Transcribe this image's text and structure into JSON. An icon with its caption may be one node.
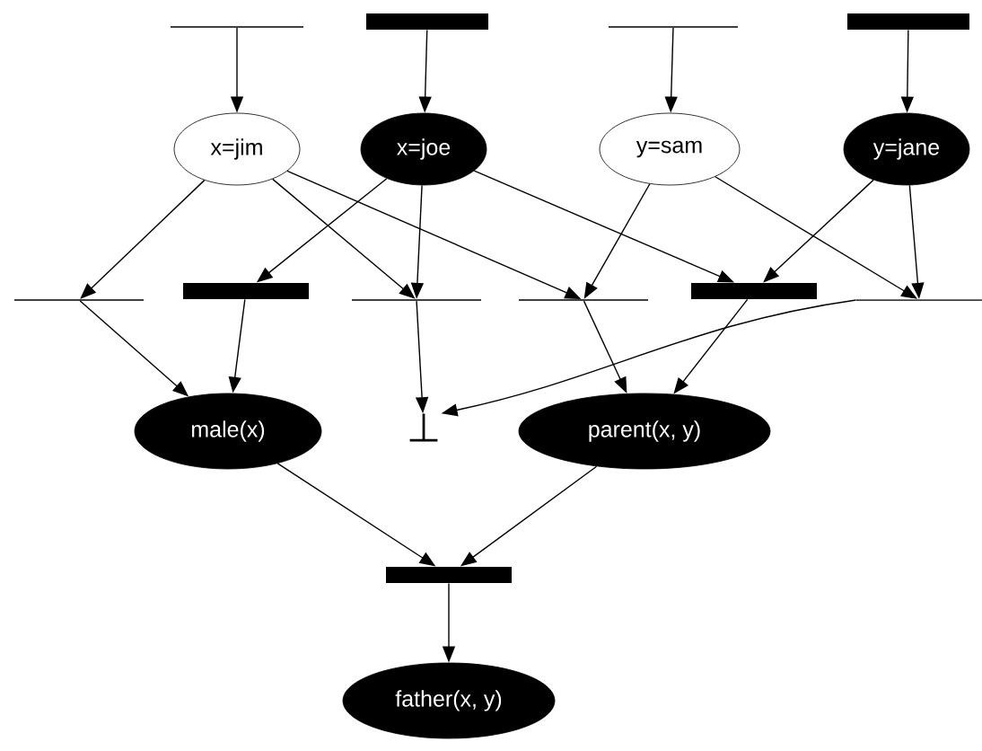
{
  "diagram": {
    "nodes": [
      {
        "text": [],
        "shape": "line"
      },
      {
        "text": [],
        "shape": "bar"
      },
      {
        "text": [],
        "shape": "line"
      },
      {
        "text": [],
        "shape": "bar"
      },
      {
        "text": [
          "x=jim"
        ]
      },
      {
        "text": [
          "x=joe"
        ]
      },
      {
        "text": [
          "y=sam"
        ]
      },
      {
        "text": [
          "y=jane"
        ]
      },
      {
        "text": [],
        "shape": "line"
      },
      {
        "text": [],
        "shape": "bar"
      },
      {
        "text": [],
        "shape": "line"
      },
      {
        "text": [],
        "shape": "line"
      },
      {
        "text": [],
        "shape": "bar"
      },
      {
        "text": [],
        "shape": "line"
      },
      {
        "text": [
          "male(x)"
        ]
      },
      {
        "text": [
          "⊥"
        ]
      },
      {
        "text": [
          "parent(x, y)"
        ]
      },
      {
        "text": [],
        "shape": "bar"
      },
      {
        "text": [
          "father(x, y)"
        ]
      }
    ],
    "edges": [
      {
        "from": 0,
        "to": 4,
        "arrow": "to"
      },
      {
        "from": 1,
        "to": 5,
        "arrow": "to"
      },
      {
        "from": 2,
        "to": 6,
        "arrow": "to"
      },
      {
        "from": 3,
        "to": 7,
        "arrow": "to"
      },
      {
        "from": 4,
        "to": 8,
        "arrow": "to"
      },
      {
        "from": 4,
        "to": 10,
        "arrow": "to"
      },
      {
        "from": 4,
        "to": 11,
        "arrow": "to"
      },
      {
        "from": 5,
        "to": 9,
        "arrow": "to"
      },
      {
        "from": 5,
        "to": 10,
        "arrow": "to"
      },
      {
        "from": 5,
        "to": 12,
        "arrow": "to"
      },
      {
        "from": 6,
        "to": 11,
        "arrow": "to"
      },
      {
        "from": 6,
        "to": 13,
        "arrow": "to"
      },
      {
        "from": 7,
        "to": 12,
        "arrow": "to"
      },
      {
        "from": 7,
        "to": 13,
        "arrow": "to"
      },
      {
        "from": 8,
        "to": 14,
        "arrow": "to"
      },
      {
        "from": 9,
        "to": 14,
        "arrow": "to"
      },
      {
        "from": 10,
        "to": 15,
        "arrow": "to"
      },
      {
        "from": 11,
        "to": 16,
        "arrow": "to"
      },
      {
        "from": 12,
        "to": 16,
        "arrow": "to"
      },
      {
        "from": 13,
        "to": 15,
        "arrow": "to"
      },
      {
        "from": 14,
        "to": 17,
        "arrow": "to"
      },
      {
        "from": 16,
        "to": 17,
        "arrow": "to"
      },
      {
        "from": 17,
        "to": 18,
        "arrow": "to"
      }
    ]
  }
}
